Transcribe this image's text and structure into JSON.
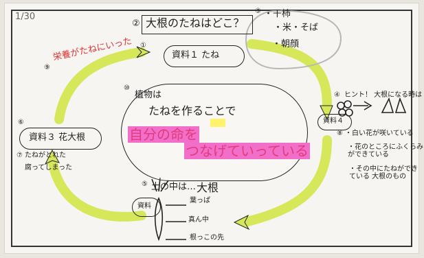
{
  "date": "1/30",
  "title": {
    "num": "②",
    "text": "大根のたねはどこ？"
  },
  "examples": {
    "num": "③",
    "lines": [
      "・干柿",
      "・米・そば",
      "・朝顔"
    ]
  },
  "node1": {
    "num": "①",
    "text": "資料１ たね"
  },
  "node4": {
    "num": "④",
    "text": "ヒント！ 大根になる時は",
    "label": "資料４"
  },
  "node4_notes": {
    "num": "⑧",
    "lines": [
      "・白い花が咲いている",
      "・花のところにふくらみができている",
      "・その中にたねができている 大根のもの"
    ]
  },
  "node5": {
    "num": "⑤",
    "text1": "土の中は…",
    "text2": "大根",
    "tag": "葉っぱ",
    "label": "資料",
    "mid": "真ん中",
    "bottom": "根っこの先"
  },
  "node6": {
    "num": "⑥",
    "text": "資料３ 花大根",
    "note1": "たねがとれた",
    "note2": "腐ってしまった",
    "num2": "⑦"
  },
  "arrow_text": {
    "num": "⑨",
    "text": "栄養がたねにいった"
  },
  "center": {
    "num": "⑩",
    "line1": "植物は",
    "line2": "たねを作ることで",
    "line3": "自分の命を",
    "line4": "つなげていっている"
  }
}
